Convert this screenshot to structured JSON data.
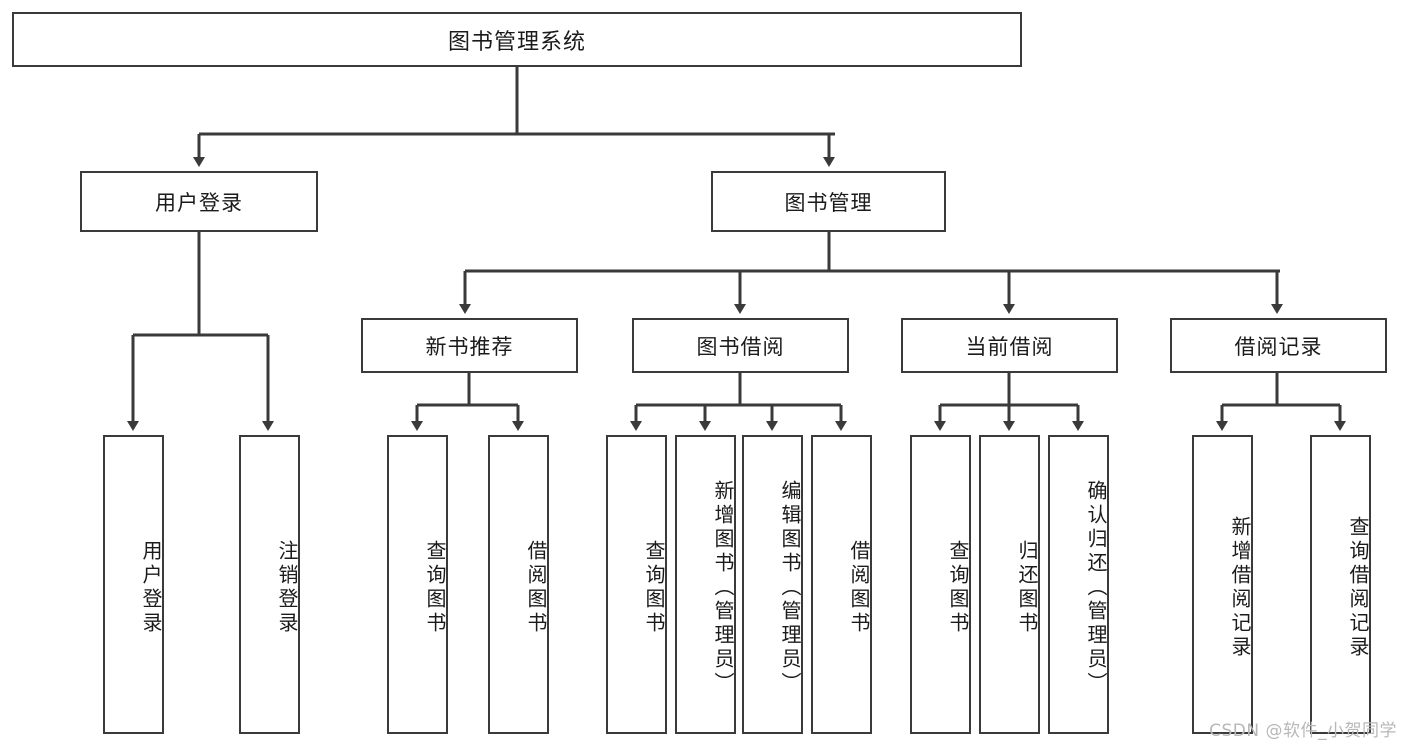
{
  "diagram": {
    "title": "图书管理系统",
    "type": "hierarchy-tree",
    "stroke_color": "#3a3a3a",
    "fill_color": "#ffffff",
    "text_color": "#1b1b1b"
  },
  "root": {
    "label": "图书管理系统"
  },
  "level2": [
    {
      "label": "用户登录"
    },
    {
      "label": "图书管理"
    }
  ],
  "level3": [
    {
      "label": "新书推荐"
    },
    {
      "label": "图书借阅"
    },
    {
      "label": "当前借阅"
    },
    {
      "label": "借阅记录"
    }
  ],
  "leaves": {
    "user_login": [
      {
        "label": "用户登录"
      },
      {
        "label": "注销登录"
      }
    ],
    "new_book": [
      {
        "label": "查询图书"
      },
      {
        "label": "借阅图书"
      }
    ],
    "book_borrow": [
      {
        "label": "查询图书"
      },
      {
        "label": "新增图书（管理员）"
      },
      {
        "label": "编辑图书（管理员）"
      },
      {
        "label": "借阅图书"
      }
    ],
    "current_borrow": [
      {
        "label": "查询图书"
      },
      {
        "label": "归还图书"
      },
      {
        "label": "确认归还（管理员）"
      }
    ],
    "borrow_record": [
      {
        "label": "新增借阅记录"
      },
      {
        "label": "查询借阅记录"
      }
    ]
  },
  "watermark": {
    "text": "CSDN @软件_小贺同学"
  }
}
